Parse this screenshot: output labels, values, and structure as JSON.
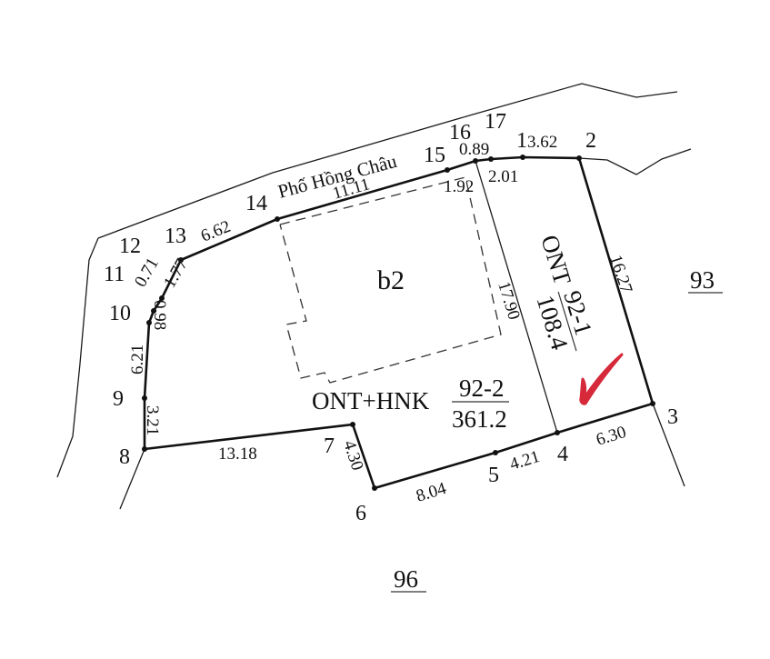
{
  "map": {
    "street_name": "Phố Hồng Châu",
    "building_label": "b2",
    "parcels": {
      "main": {
        "use": "ONT+HNK",
        "number": "92-2",
        "area": "361.2"
      },
      "side": {
        "use": "ONT",
        "number": "92-1",
        "area": "108.4"
      }
    },
    "neighbors": {
      "east": "93",
      "south": "96"
    },
    "point_labels": {
      "p1": "1",
      "p2": "2",
      "p3": "3",
      "p4": "4",
      "p5": "5",
      "p6": "6",
      "p7": "7",
      "p8": "8",
      "p9": "9",
      "p10": "10",
      "p11": "11",
      "p12": "12",
      "p13": "13",
      "p14": "14",
      "p15": "15",
      "p16": "16",
      "p17": "17"
    },
    "dimensions": {
      "d1_2": "3.62",
      "d2_3": "16.27",
      "d3_4": "6.30",
      "d4_5": "4.21",
      "d5_6": "8.04",
      "d6_7": "4.30",
      "d7_8": "13.18",
      "d8_9": "3.21",
      "d9_10": "6.21",
      "d10_11": "0.98",
      "d11_12": "0.71",
      "d12_13": "1.77",
      "d13_14": "6.62",
      "d14_15": "11.11",
      "d15_16": "1.92",
      "d16_17": "0.89",
      "d17_1": "2.01",
      "d_split": "17.90"
    },
    "check_mark_color": "#d6293a"
  }
}
